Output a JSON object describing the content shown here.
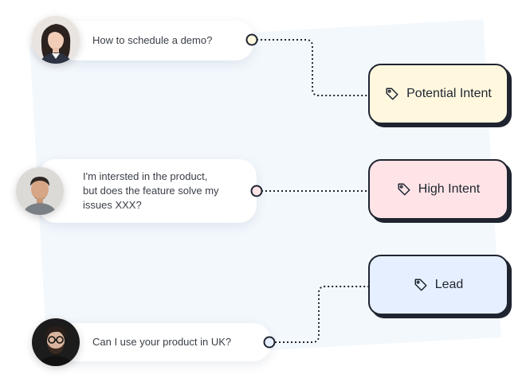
{
  "messages": [
    {
      "text": "How to schedule a demo?",
      "avatar": "woman-avatar",
      "target": "Potential Intent"
    },
    {
      "lines": [
        "I'm intersted in the product,",
        "but does the feature solve my",
        "issues XXX?"
      ],
      "avatar": "man-avatar",
      "target": "High Intent"
    },
    {
      "text": "Can I use your product in UK?",
      "avatar": "bearded-man-avatar",
      "target": "Lead"
    }
  ],
  "tags": [
    {
      "label": "Potential Intent",
      "icon": "tag-icon",
      "color": "#fff8df"
    },
    {
      "label": "High Intent",
      "icon": "tag-icon",
      "color": "#ffe4e7"
    },
    {
      "label": "Lead",
      "icon": "tag-icon",
      "color": "#e6efff"
    }
  ],
  "colors": {
    "border": "#1f2430",
    "background_panel": "#f3f8fd"
  }
}
